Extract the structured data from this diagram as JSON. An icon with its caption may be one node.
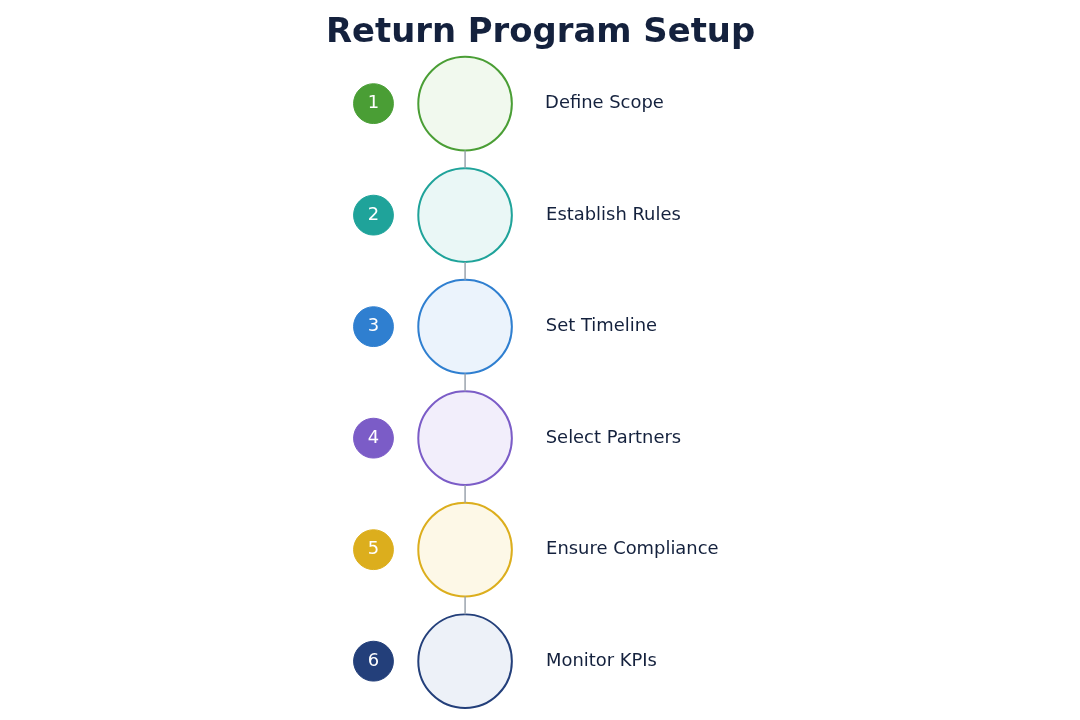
{
  "diagram": {
    "title": "Return Program Setup",
    "nodes": [
      {
        "text": [
          "1"
        ]
      },
      {
        "text": [],
        "shape": "circle",
        "beside": [
          "Define Scope"
        ]
      },
      {
        "text": [
          "2"
        ]
      },
      {
        "text": [],
        "shape": "circle",
        "beside": [
          "Establish Rules"
        ]
      },
      {
        "text": [
          "3"
        ]
      },
      {
        "text": [],
        "shape": "circle",
        "beside": [
          "Set Timeline"
        ]
      },
      {
        "text": [
          "4"
        ]
      },
      {
        "text": [],
        "shape": "circle",
        "beside": [
          "Select Partners"
        ]
      },
      {
        "text": [
          "5"
        ]
      },
      {
        "text": [],
        "shape": "circle",
        "beside": [
          "Ensure Compliance"
        ]
      },
      {
        "text": [
          "6"
        ]
      },
      {
        "text": [],
        "shape": "circle",
        "beside": [
          "Monitor KPIs"
        ]
      }
    ],
    "edges": [
      {
        "from": 1,
        "to": 3,
        "arrow": "none"
      },
      {
        "from": 3,
        "to": 5,
        "arrow": "none"
      },
      {
        "from": 5,
        "to": 7,
        "arrow": "none"
      },
      {
        "from": 7,
        "to": 9,
        "arrow": "none"
      },
      {
        "from": 9,
        "to": 11,
        "arrow": "none"
      }
    ]
  }
}
